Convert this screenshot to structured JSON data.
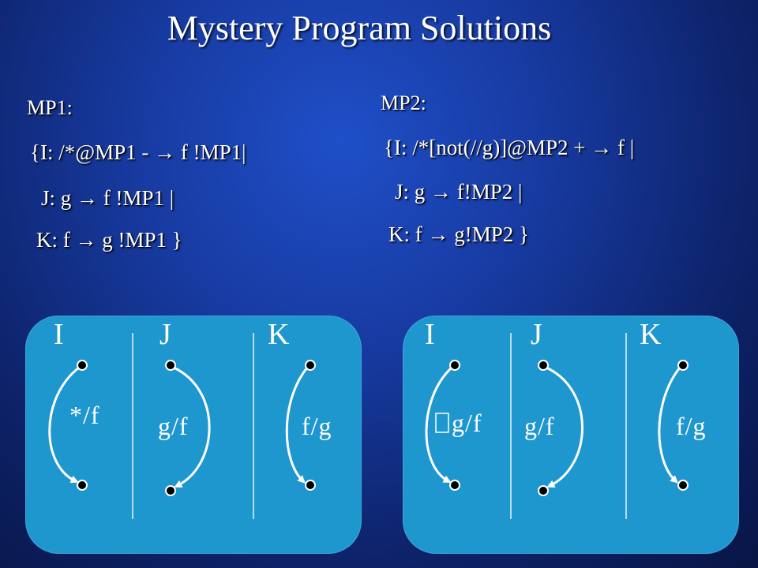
{
  "title": "Mystery Program Solutions",
  "mp1": {
    "heading": "MP1:",
    "rules": [
      "{I: /*@MP1 - → f !MP1|",
      "J: g → f !MP1 |",
      "K: f → g !MP1 }"
    ]
  },
  "mp2": {
    "heading": "MP2:",
    "rules": [
      "{I: /*[not(//g)]@MP2 + → f |",
      "J: g → f!MP2 |",
      "K: f → g!MP2 }"
    ]
  },
  "panel1": {
    "labels": [
      "I",
      "J",
      "K"
    ],
    "edges": [
      "*/f",
      "g/f",
      "f/g"
    ]
  },
  "panel2": {
    "labels": [
      "I",
      "J",
      "K"
    ],
    "edges": [
      "g/f",
      "g/f",
      "f/g"
    ]
  },
  "colors": {
    "panel": "#1e97cf",
    "background": "#173aa0",
    "text": "#ffffff"
  }
}
